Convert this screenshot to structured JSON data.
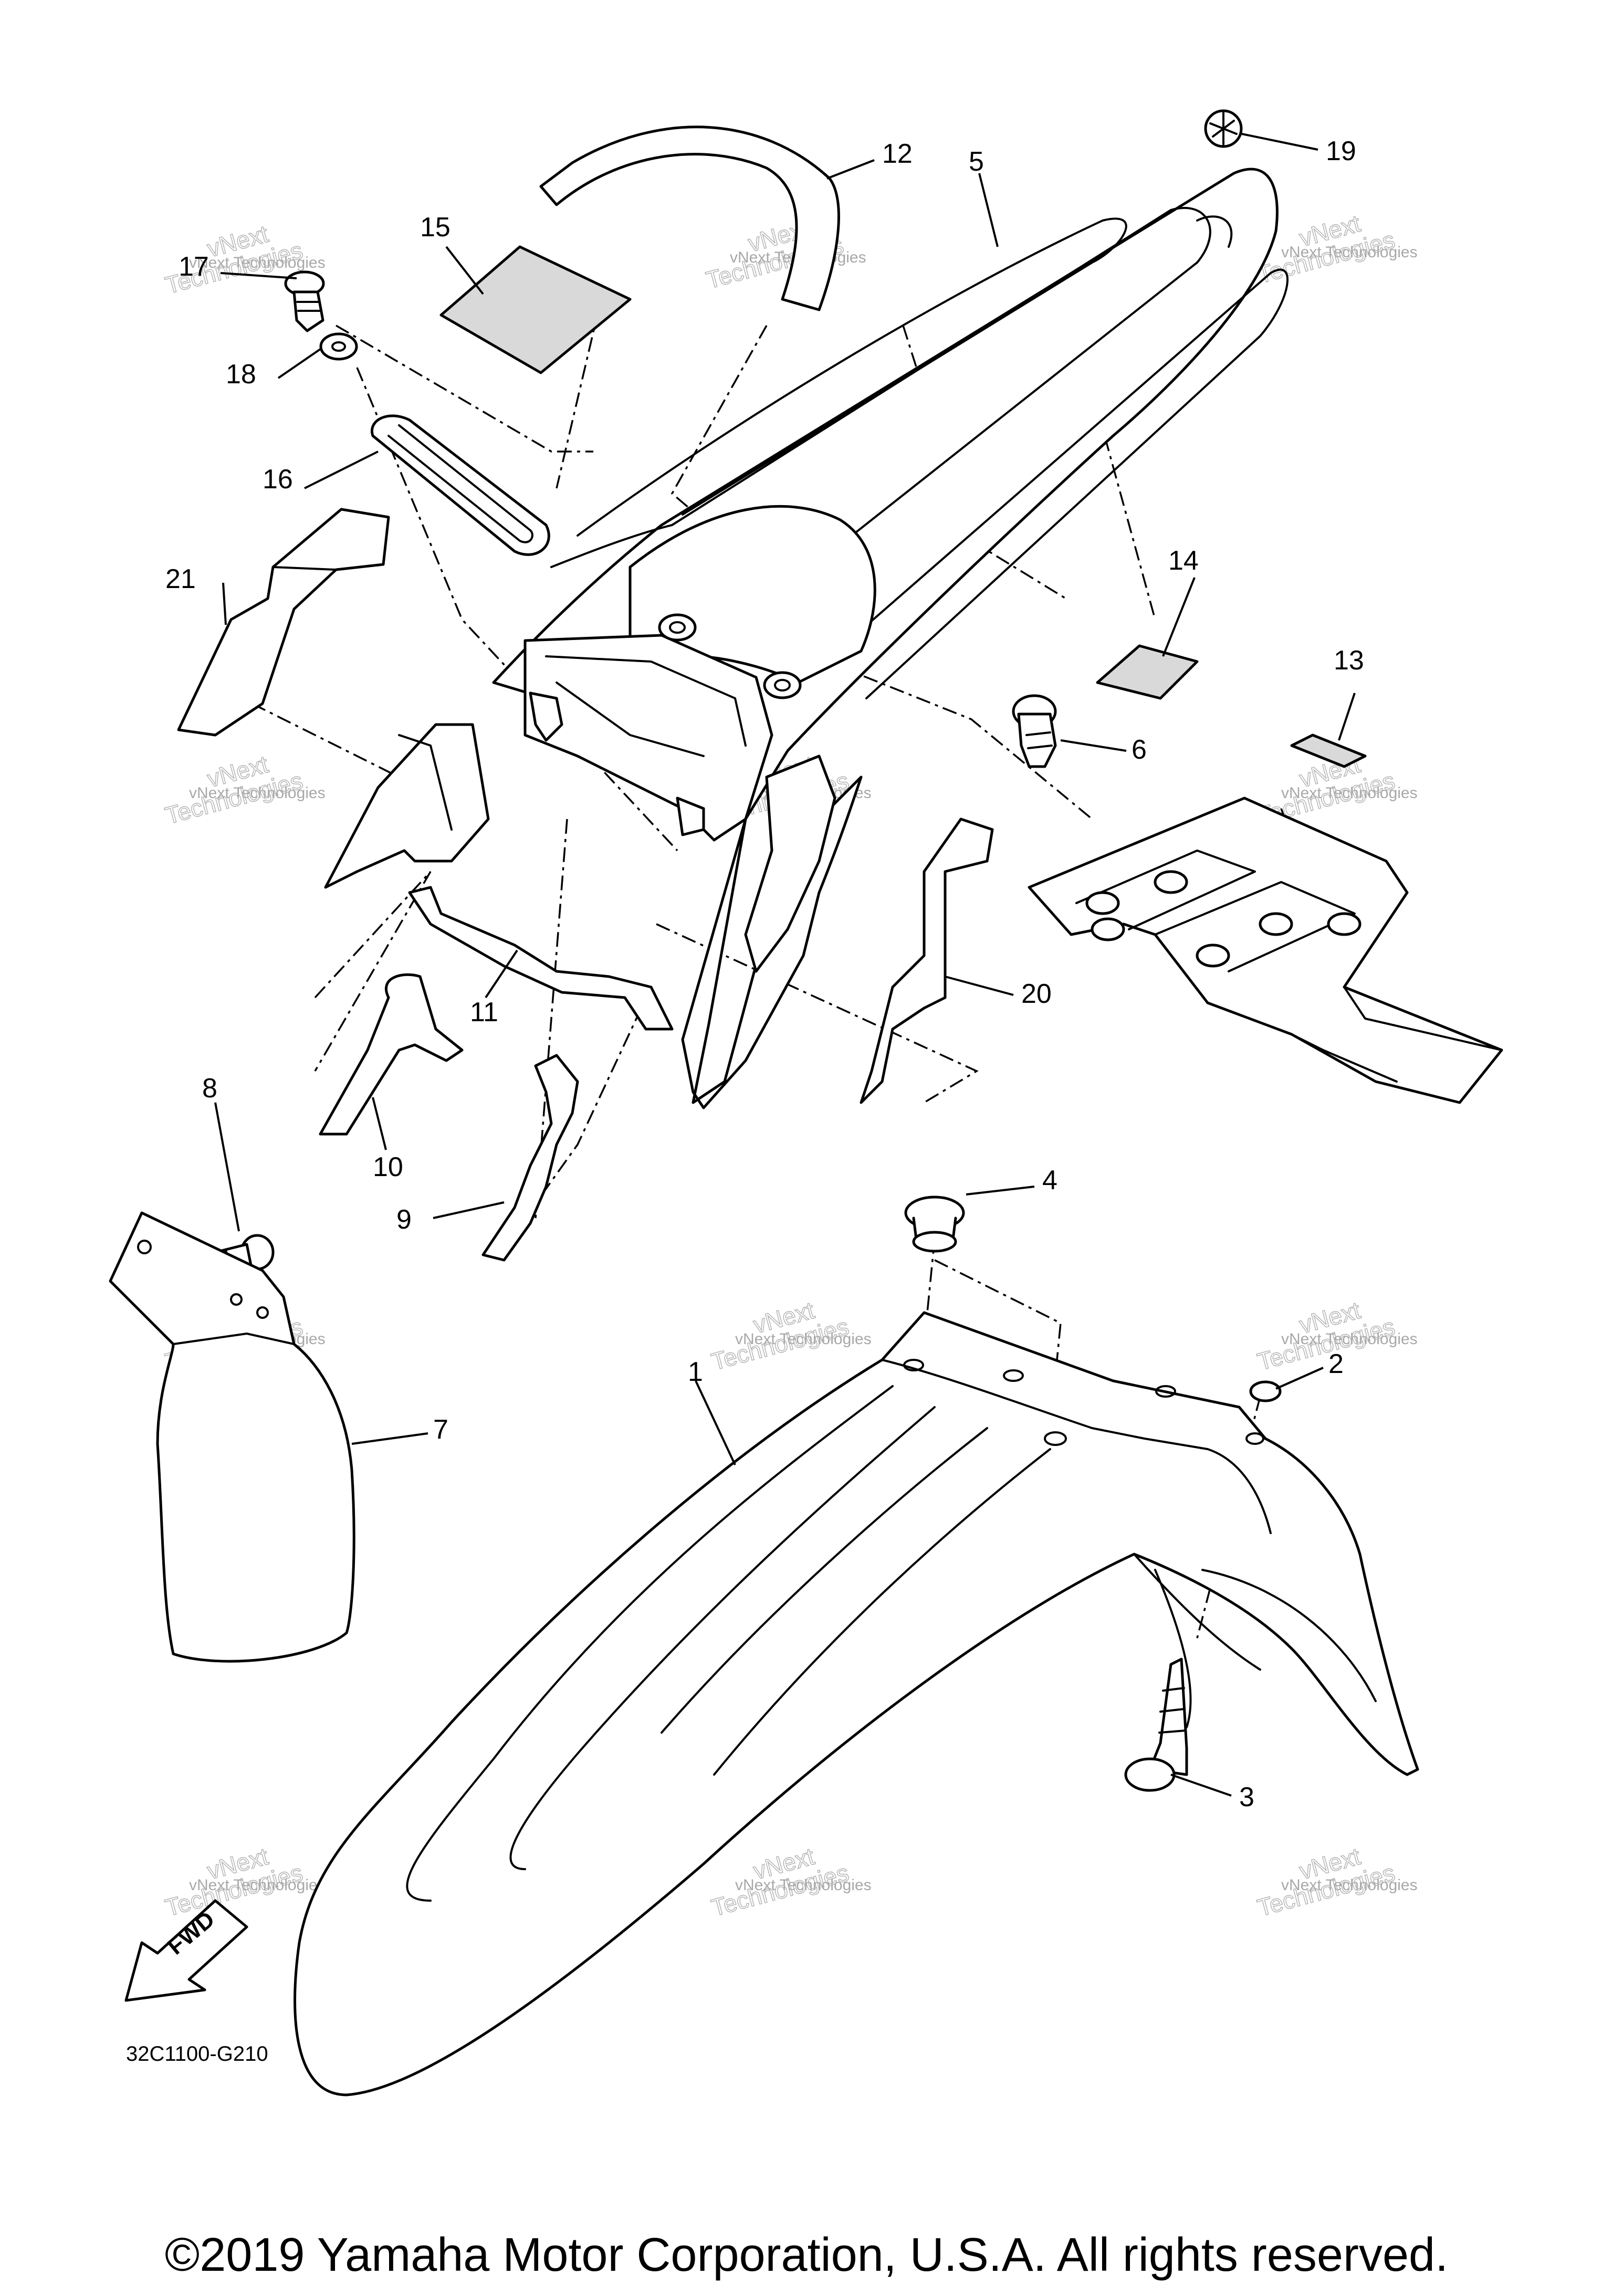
{
  "diagram": {
    "code": "32C1100-G210",
    "copyright": "©2019 Yamaha Motor Corporation, U.S.A. All rights reserved.",
    "fwd_label": "FWD",
    "watermark": {
      "line1": "vNext Technologies",
      "line2": "vNext",
      "line3": "Technologies"
    },
    "callouts": [
      "1",
      "2",
      "3",
      "4",
      "5",
      "6",
      "7",
      "8",
      "9",
      "10",
      "11",
      "12",
      "13",
      "14",
      "15",
      "16",
      "17",
      "18",
      "19",
      "20",
      "21"
    ]
  }
}
